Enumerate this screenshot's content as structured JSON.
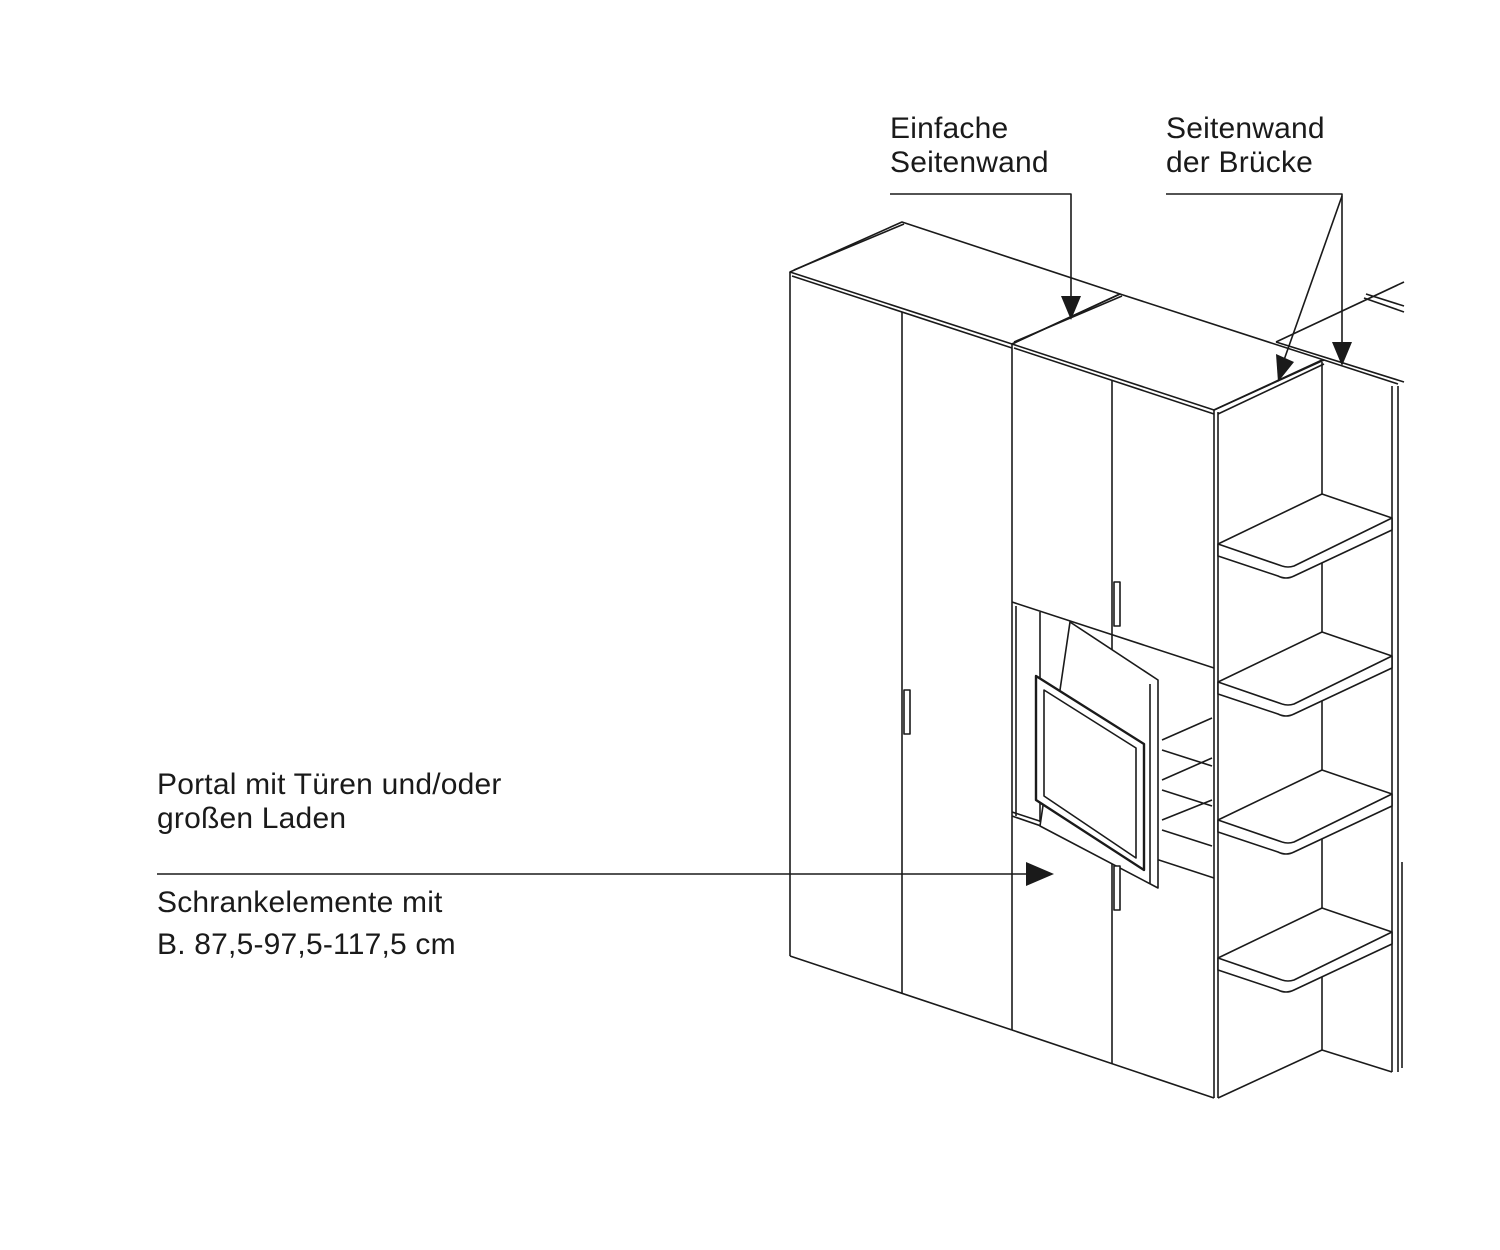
{
  "diagram": {
    "type": "isometric furniture line drawing",
    "subject": "Wardrobe system with portal, cabinet elements and bridge side wall shelving"
  },
  "labels": {
    "einfache_seitenwand": {
      "line1": "Einfache",
      "line2": "Seitenwand"
    },
    "seitenwand_bruecke": {
      "line1": "Seitenwand",
      "line2": "der Brücke"
    },
    "portal": {
      "line1": "Portal mit Türen und/oder",
      "line2": "großen Laden"
    },
    "schrankelemente": {
      "line1": "Schrankelemente mit",
      "line2": "B. 87,5-97,5-117,5 cm"
    }
  },
  "colors": {
    "line": "#1a1a1a",
    "background": "#ffffff"
  }
}
